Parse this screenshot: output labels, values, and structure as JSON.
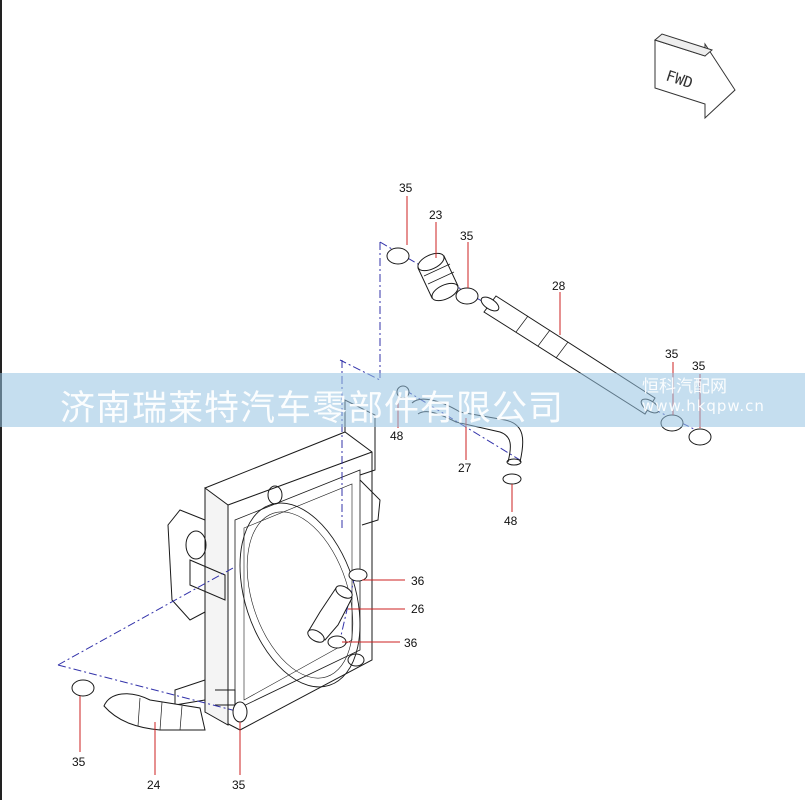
{
  "orientation": {
    "fwd_label": "FWD"
  },
  "callouts": {
    "c35_top": "35",
    "c23": "23",
    "c35_mid": "35",
    "c28": "28",
    "c35_r1": "35",
    "c35_r2": "35",
    "c48_left": "48",
    "c27": "27",
    "c48_bottom": "48",
    "c36_top": "36",
    "c26": "26",
    "c36_bottom": "36",
    "c35_left": "35",
    "c24": "24",
    "c35_bottom": "35"
  },
  "watermark": {
    "company": "济南瑞莱特汽车零部件有限公司",
    "site_name": "恒科汽配网",
    "site_url": "www.hkqpw.cn"
  },
  "colors": {
    "line": "#1a1a1a",
    "leader": "#cc2222",
    "centerline": "#3333aa",
    "banner": "#96c3e1"
  }
}
